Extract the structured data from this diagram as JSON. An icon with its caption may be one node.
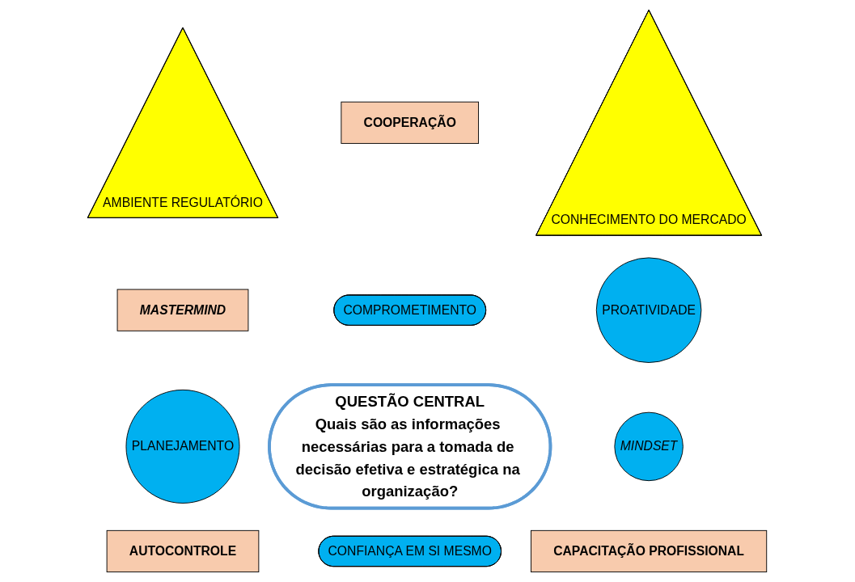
{
  "diagram": {
    "nodes": [
      {
        "text": [
          "AMBIENTE REGULATÓRIO"
        ]
      },
      {
        "text": [
          "COOPERAÇÃO"
        ]
      },
      {
        "text": [
          "CONHECIMENTO DO MERCADO"
        ]
      },
      {
        "text": [
          "COMPROMETIMENTO"
        ]
      },
      {
        "text": [
          "MASTERMIND"
        ]
      },
      {
        "text": [
          "PROATIVIDADE"
        ]
      },
      {
        "text": [
          "QUESTÃO CENTRAL",
          "Quais são as informações necessárias para a tomada de decisão efetiva e estratégica na organização?"
        ]
      },
      {
        "text": [
          "PLANEJAMENTO"
        ]
      },
      {
        "text": [
          "MINDSET"
        ]
      },
      {
        "text": [
          "AUTOCONTROLE"
        ]
      },
      {
        "text": [
          "CONFIANÇA EM SI MESMO"
        ]
      },
      {
        "text": [
          "CAPACITAÇÃO PROFISSIONAL"
        ]
      }
    ]
  }
}
